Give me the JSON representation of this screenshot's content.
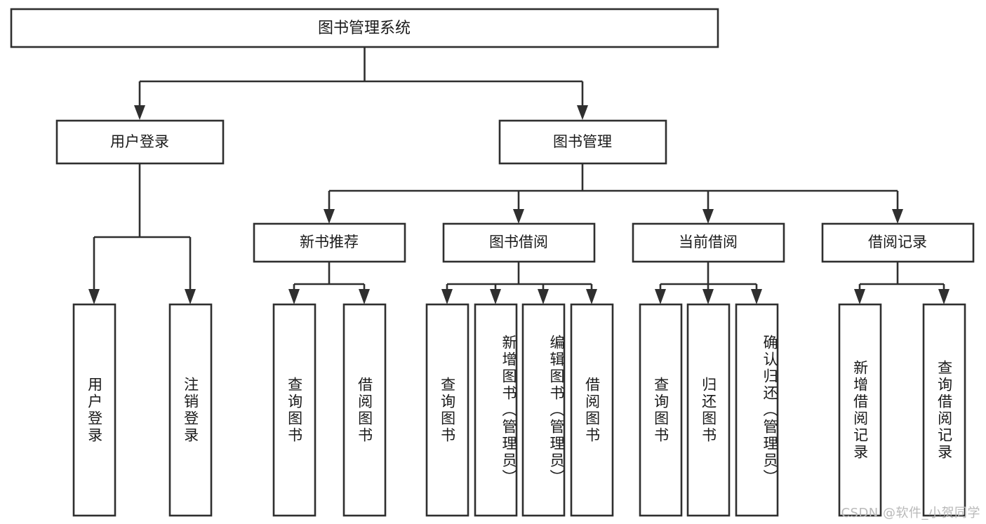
{
  "diagram": {
    "type": "tree-hierarchy-chart",
    "title_text": "图书管理系统",
    "background_color": "#ffffff",
    "line_color": "#2f2f2f",
    "box_fill": "#ffffff",
    "text_color": "#1a1a1a"
  },
  "root": {
    "label": "图书管理系统"
  },
  "level2": {
    "user_login": "用户登录",
    "book_manage": "图书管理"
  },
  "level3": {
    "new_book_recommend": "新书推荐",
    "book_borrow": "图书借阅",
    "current_borrow": "当前借阅",
    "borrow_record": "借阅记录"
  },
  "leaves": {
    "user_login_children": [
      "用户登录",
      "注销登录"
    ],
    "new_book_recommend_children": [
      "查询图书",
      "借阅图书"
    ],
    "book_borrow_children": [
      "查询图书",
      "新增图书（管理员）",
      "编辑图书（管理员）",
      "借阅图书"
    ],
    "current_borrow_children": [
      "查询图书",
      "归还图书",
      "确认归还（管理员）"
    ],
    "borrow_record_children": [
      "新增借阅记录",
      "查询借阅记录"
    ]
  },
  "watermark": {
    "text": "CSDN @软件_小贺同学"
  }
}
